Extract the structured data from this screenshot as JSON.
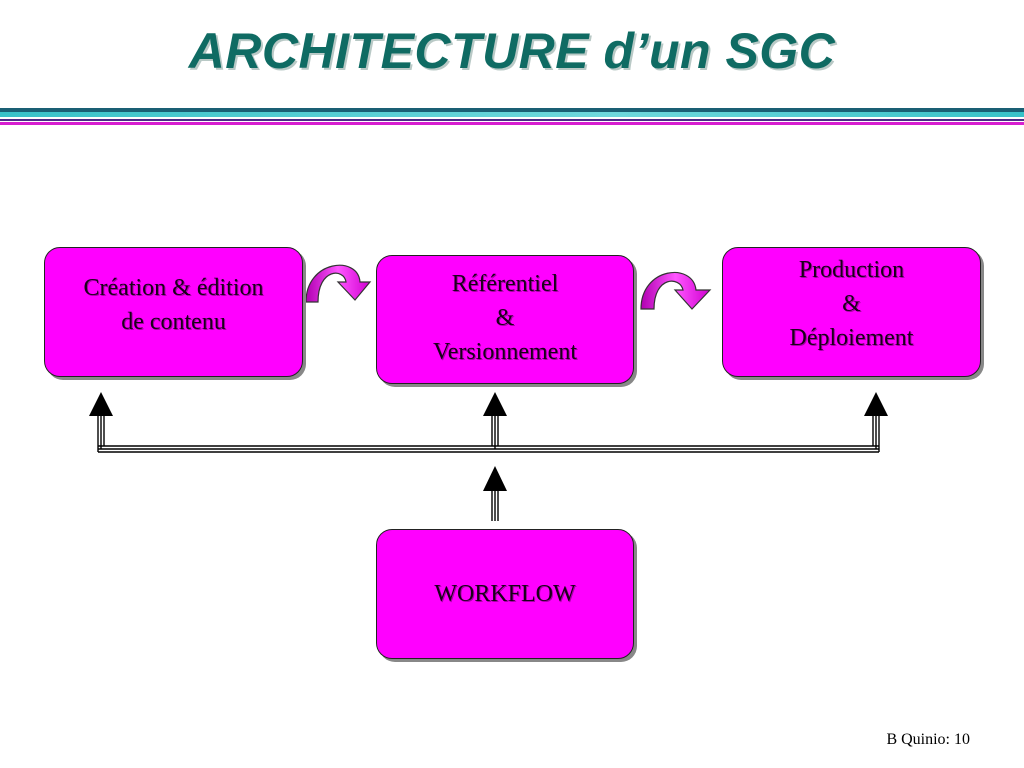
{
  "title": "ARCHITECTURE d’un SGC",
  "boxes": {
    "creation": "Création & édition\nde contenu",
    "referentiel": "Référentiel\n&\nVersionnement",
    "production": "Production\n&\nDéploiement",
    "workflow": "WORKFLOW"
  },
  "footer": "B Quinio: 10",
  "colors": {
    "box_fill": "#ff00ff",
    "title": "#0f6b63",
    "rule_teal": "#38c2c8",
    "rule_magenta": "#d61ed0"
  }
}
